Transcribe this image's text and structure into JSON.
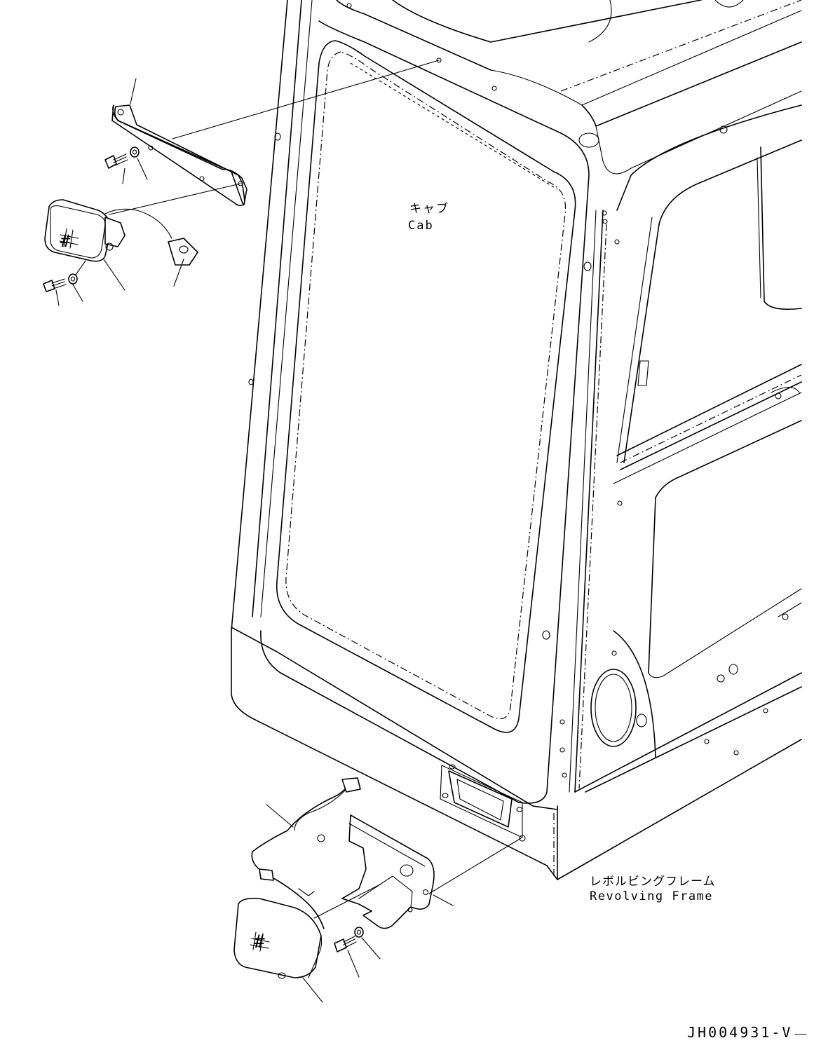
{
  "labels": {
    "cab_jp": "キャブ",
    "cab_en": "Cab",
    "frame_jp": "レボルビングフレーム",
    "frame_en": "Revolving Frame",
    "drawing_id": "JH004931-V"
  },
  "lamp_symbol": "#"
}
